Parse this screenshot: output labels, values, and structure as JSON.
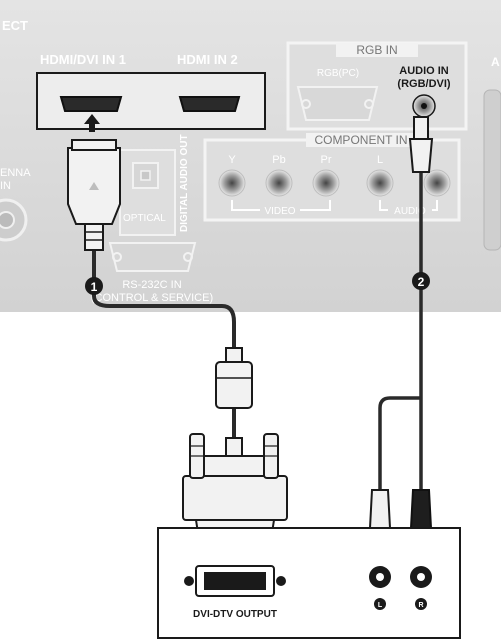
{
  "panel_top": {
    "edge_left_text": "ECT",
    "hdmi1_label": "HDMI/DVI IN 1",
    "hdmi2_label": "HDMI IN 2",
    "rgb_in_title": "RGB IN",
    "rgb_pc_label": "RGB(PC)",
    "audio_in_label_line1": "AUDIO IN",
    "audio_in_label_line2": "(RGB/DVI)",
    "component_title": "COMPONENT IN",
    "comp_y": "Y",
    "comp_pb": "Pb",
    "comp_pr": "Pr",
    "comp_l": "L",
    "video_label": "VIDEO",
    "audio_label": "AUDIO",
    "antenna_label_line1": "ENNA",
    "antenna_label_line2": "IN",
    "optical_label": "OPTICAL",
    "digital_audio_out_label": "DIGITAL AUDIO OUT",
    "rs232_line1": "RS-232C IN",
    "rs232_line2": "(CONTROL & SERVICE)",
    "right_edge_text": "A"
  },
  "steps": {
    "step1": "1",
    "step2": "2"
  },
  "source_device": {
    "dvi_output_label": "DVI-DTV OUTPUT",
    "jack_left_marker": "L",
    "jack_right_marker": "R"
  },
  "colors": {
    "panel_bg": "#dedede",
    "connector_dark": "#1e1e1e",
    "cable": "#2a2a2a",
    "plug_light": "#f2f2f2"
  }
}
